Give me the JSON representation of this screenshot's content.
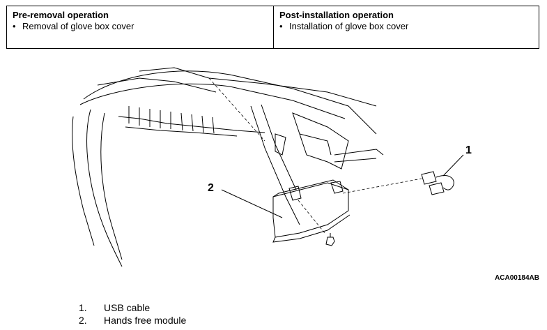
{
  "operations": {
    "pre": {
      "heading": "Pre-removal operation",
      "items": [
        "Removal of glove box cover"
      ]
    },
    "post": {
      "heading": "Post-installation operation",
      "items": [
        "Installation of glove box cover"
      ]
    }
  },
  "figure": {
    "callouts": [
      "1",
      "2"
    ],
    "code": "ACA00184AB"
  },
  "legend": [
    {
      "num": "1.",
      "label": "USB cable"
    },
    {
      "num": "2.",
      "label": "Hands free module"
    }
  ]
}
